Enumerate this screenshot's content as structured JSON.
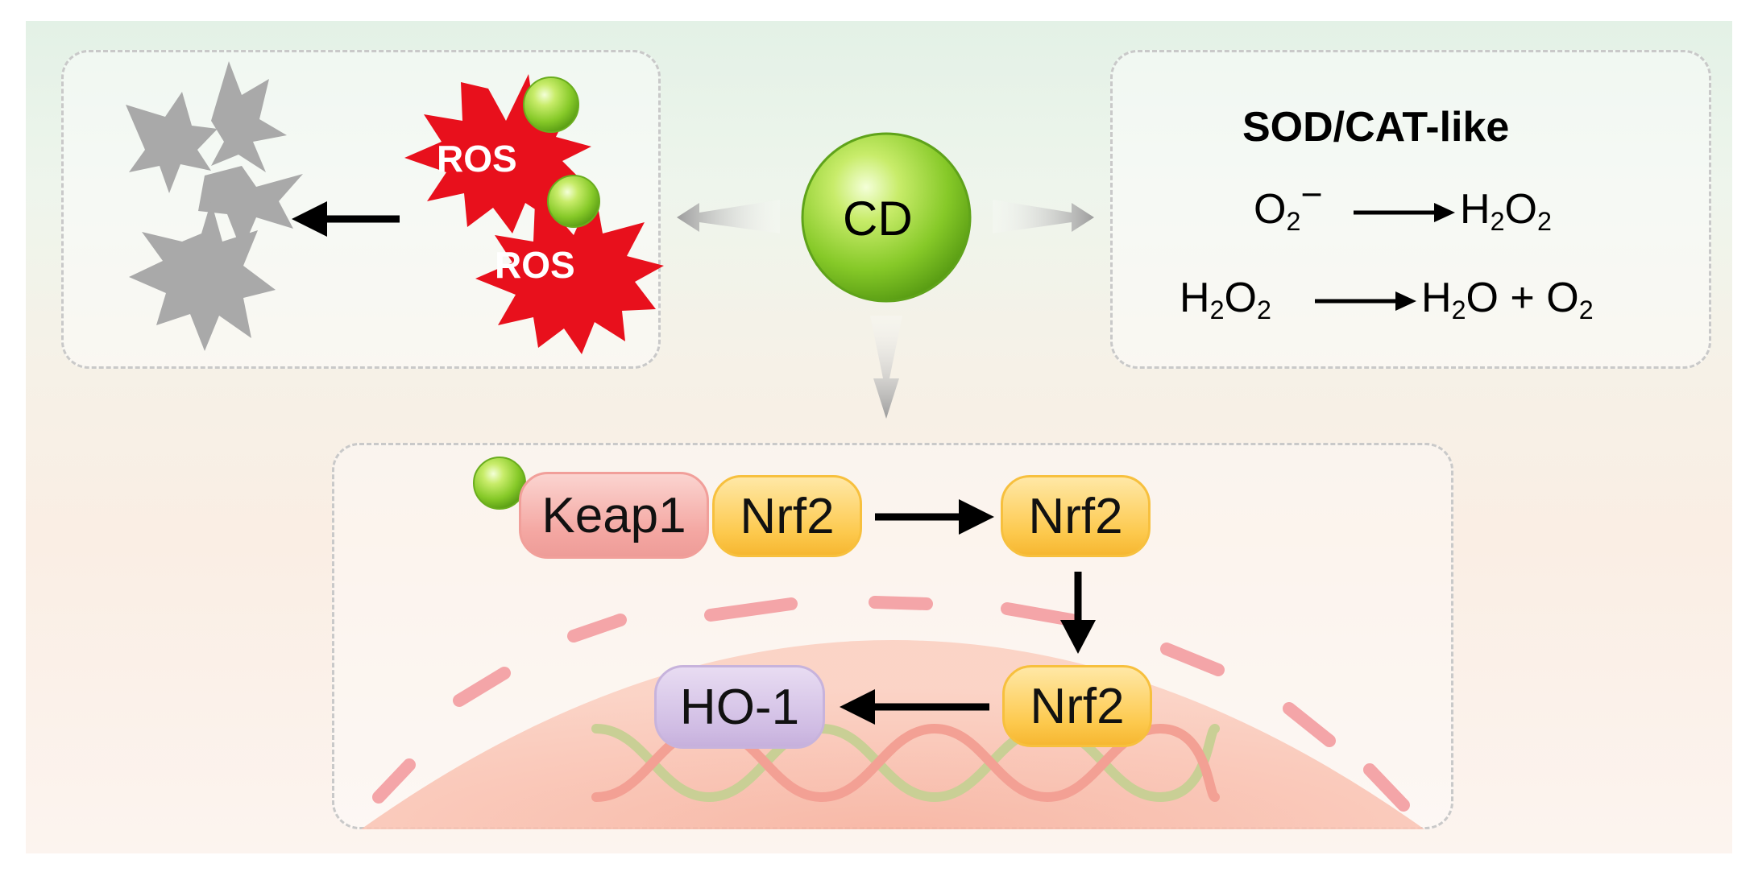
{
  "colors": {
    "ros_burst": "#e8101c",
    "cell_debris": "#a8a8a8",
    "particle_green": "#8fd12a",
    "keap1": "#f4a7a2",
    "nrf2": "#fdc94d",
    "ho1": "#cfbbe3",
    "nucleus": "#f8b8a6"
  },
  "icons": [
    "green-nanoparticle",
    "ros-burst",
    "damaged-cell",
    "dna-helix",
    "arrow"
  ],
  "ros_panel": {
    "ros_label_1": "ROS",
    "ros_label_2": "ROS"
  },
  "center": {
    "cd_label": "CD"
  },
  "enzyme_panel": {
    "title": "SOD/CAT-like",
    "reaction1": {
      "reactant": "O",
      "reactant_sub": "2",
      "reactant_sup": "−",
      "product": "H",
      "product_sub1": "2",
      "product_mid": "O",
      "product_sub2": "2"
    },
    "reaction2": {
      "reactant": "H",
      "reactant_sub1": "2",
      "reactant_mid": "O",
      "reactant_sub2": "2",
      "product1": "H",
      "product1_sub": "2",
      "product1_end": "O",
      "plus": "+",
      "product2": "O",
      "product2_sub": "2"
    }
  },
  "pathway": {
    "keap1": "Keap1",
    "nrf2_bound": "Nrf2",
    "nrf2_free": "Nrf2",
    "nrf2_nuclear": "Nrf2",
    "ho1": "HO-1"
  }
}
